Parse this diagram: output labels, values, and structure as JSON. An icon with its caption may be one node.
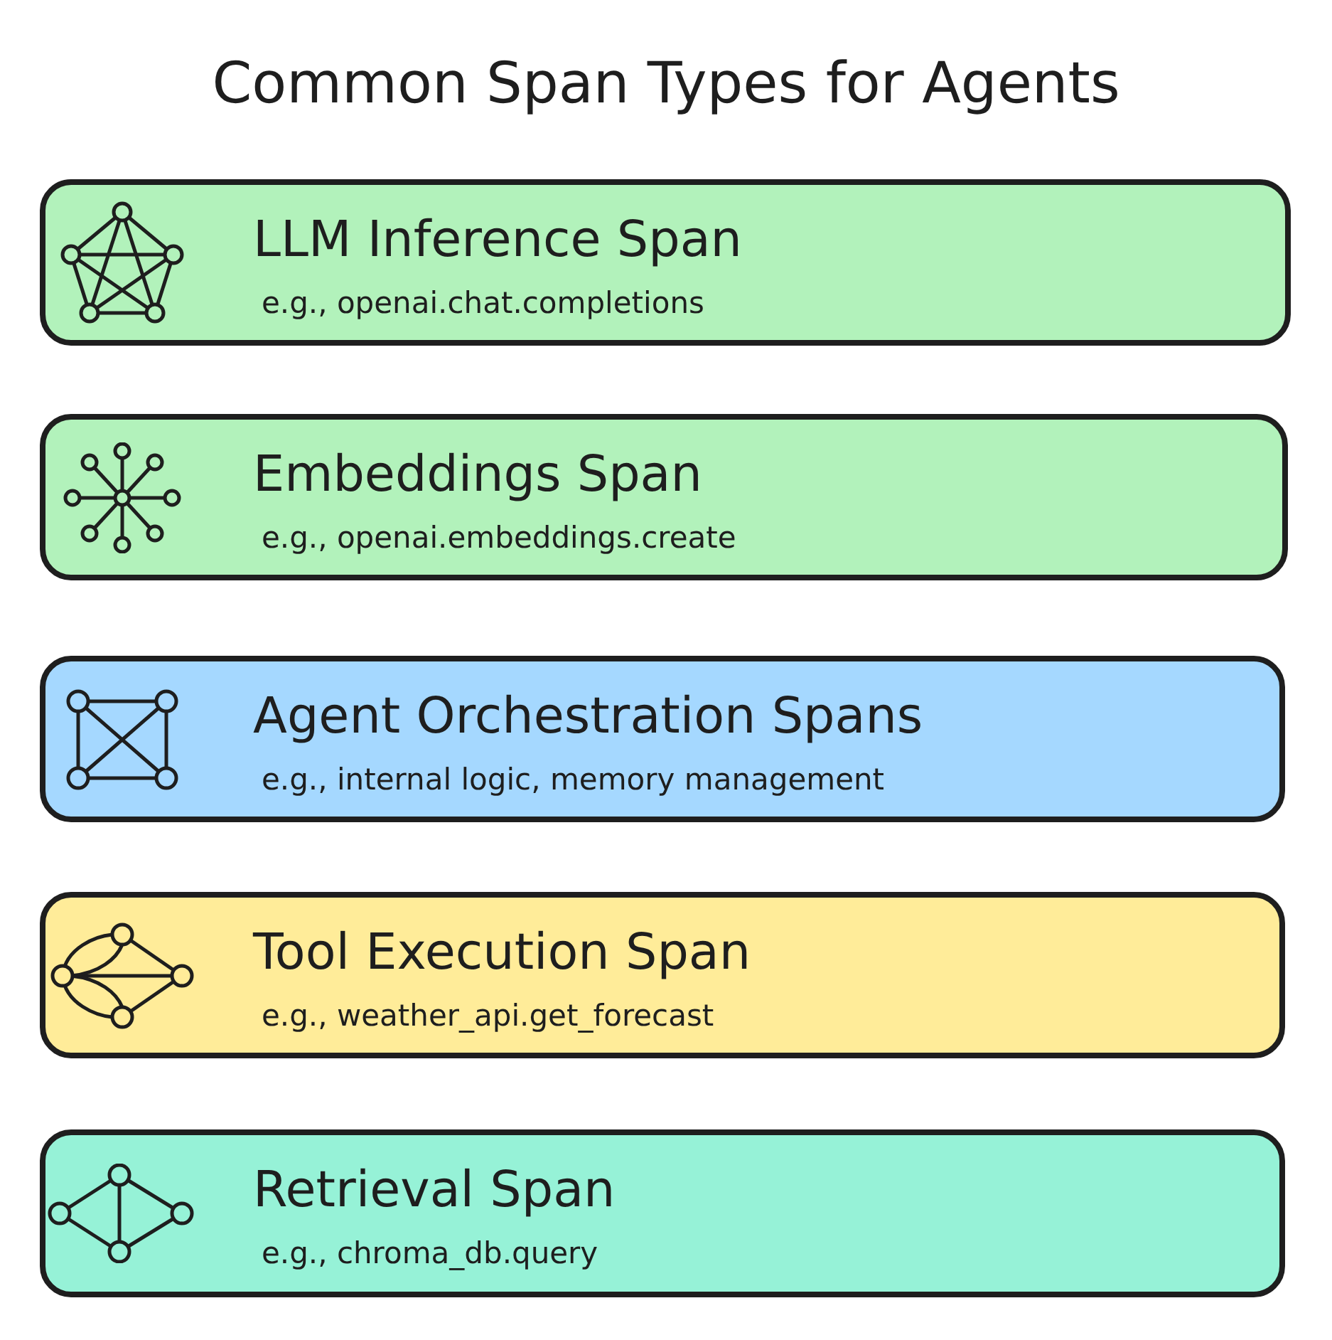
{
  "diagram": {
    "title": "Common Span Types for Agents",
    "nodes": [
      {
        "text": [
          "LLM Inference Span",
          "e.g., openai.chat.completions"
        ]
      },
      {
        "text": [
          "Embeddings Span",
          "e.g., openai.embeddings.create"
        ]
      },
      {
        "text": [
          "Agent Orchestration Spans",
          "e.g., internal logic, memory management"
        ]
      },
      {
        "text": [
          "Tool Execution Span",
          "e.g., weather_api.get_forecast"
        ]
      },
      {
        "text": [
          "Retrieval Span",
          "e.g., chroma_db.query"
        ]
      }
    ]
  }
}
